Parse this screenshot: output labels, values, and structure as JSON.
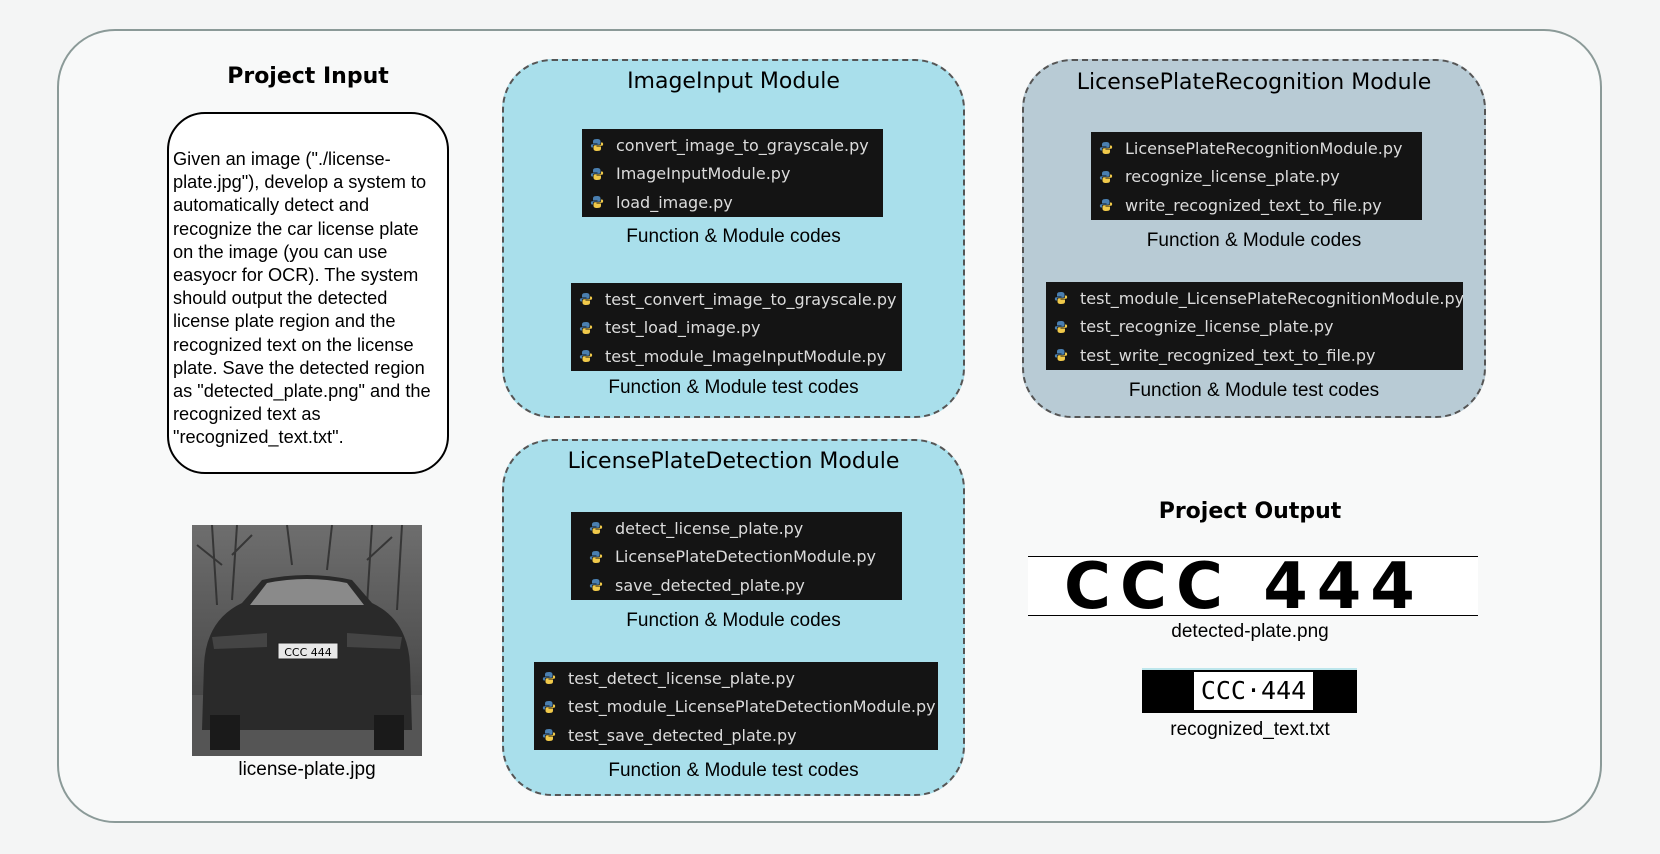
{
  "project_input": {
    "heading": "Project Input",
    "description": "Given an image (\"./license-plate.jpg\"), develop a system to automatically detect and recognize the car license plate on the image (you can use easyocr for OCR). The system should output the detected license plate region and the recognized text on the license plate. Save the detected region as \"detected_plate.png\" and the recognized text as \"recognized_text.txt\".",
    "image_caption": "license-plate.jpg",
    "plate_text": "CCC 444"
  },
  "modules": {
    "image_input": {
      "title": "ImageInput Module",
      "function_files": [
        "convert_image_to_grayscale.py",
        "ImageInputModule.py",
        "load_image.py"
      ],
      "function_caption": "Function & Module codes",
      "test_files": [
        "test_convert_image_to_grayscale.py",
        "test_load_image.py",
        "test_module_ImageInputModule.py"
      ],
      "test_caption": "Function & Module test codes"
    },
    "detection": {
      "title": "LicensePlateDetection Module",
      "function_files": [
        "detect_license_plate.py",
        "LicensePlateDetectionModule.py",
        "save_detected_plate.py"
      ],
      "function_caption": "Function & Module codes",
      "test_files": [
        "test_detect_license_plate.py",
        "test_module_LicensePlateDetectionModule.py",
        "test_save_detected_plate.py"
      ],
      "test_caption": "Function & Module test codes"
    },
    "recognition": {
      "title": "LicensePlateRecognition Module",
      "function_files": [
        "LicensePlateRecognitionModule.py",
        "recognize_license_plate.py",
        "write_recognized_text_to_file.py"
      ],
      "function_caption": "Function & Module codes",
      "test_files": [
        "test_module_LicensePlateRecognitionModule.py",
        "test_recognize_license_plate.py",
        "test_write_recognized_text_to_file.py"
      ],
      "test_caption": "Function & Module test codes"
    }
  },
  "project_output": {
    "heading": "Project Output",
    "plate_text": "CCC 444",
    "plate_caption": "detected-plate.png",
    "recognized_text": "CCC·444",
    "text_caption": "recognized_text.txt"
  },
  "colors": {
    "module_blue": "#a9dfeb",
    "module_grey": "#b8cbd5",
    "code_bg": "#141414",
    "python_blue": "#4a7fb0",
    "python_yellow": "#f0c94a"
  },
  "icons": {
    "file_icon": "python-file-icon"
  }
}
